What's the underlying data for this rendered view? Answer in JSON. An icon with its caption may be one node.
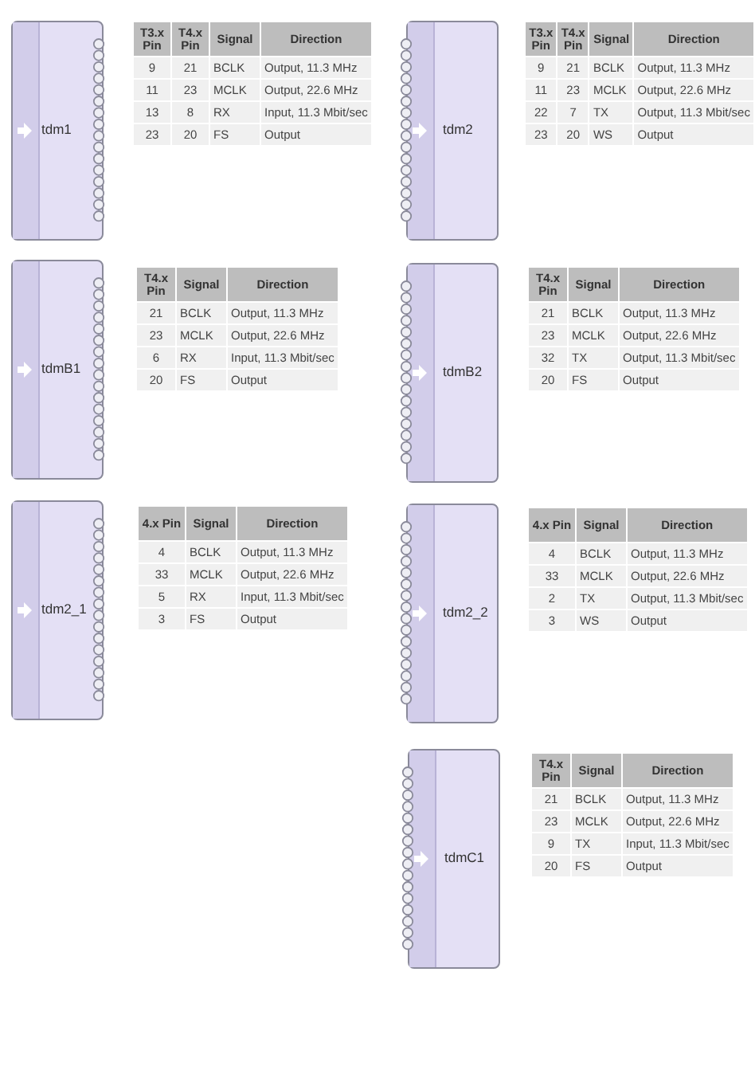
{
  "diagram": {
    "nodes": [
      {
        "text": [
          "tdm1"
        ]
      },
      {
        "text": [
          "tdm2"
        ]
      },
      {
        "text": [
          "tdmB1"
        ]
      },
      {
        "text": [
          "tdmB2"
        ]
      },
      {
        "text": [
          "tdm2_1"
        ]
      },
      {
        "text": [
          "tdm2_2"
        ]
      },
      {
        "text": [
          "tdmC1"
        ]
      }
    ],
    "edges": [],
    "labels": [
      "T3.x Pin",
      "T4.x Pin",
      "Signal",
      "Direction",
      "9",
      "21",
      "BCLK",
      "Output, 11.3 MHz",
      "11",
      "23",
      "MCLK",
      "Output, 22.6 MHz",
      "13",
      "8",
      "RX",
      "Input, 11.3 Mbit/sec",
      "23",
      "20",
      "FS",
      "Output",
      "T3.x Pin",
      "T4.x Pin",
      "Signal",
      "Direction",
      "9",
      "21",
      "BCLK",
      "Output, 11.3 MHz",
      "11",
      "23",
      "MCLK",
      "Output, 22.6 MHz",
      "22",
      "7",
      "TX",
      "Output, 11.3 Mbit/sec",
      "23",
      "20",
      "WS",
      "Output",
      "T4.x Pin",
      "Signal",
      "Direction",
      "21",
      "BCLK",
      "Output, 11.3 MHz",
      "23",
      "MCLK",
      "Output, 22.6 MHz",
      "6",
      "RX",
      "Input, 11.3 Mbit/sec",
      "20",
      "FS",
      "Output",
      "T4.x Pin",
      "Signal",
      "Direction",
      "21",
      "BCLK",
      "Output, 11.3 MHz",
      "23",
      "MCLK",
      "Output, 22.6 MHz",
      "32",
      "TX",
      "Output, 11.3 Mbit/sec",
      "20",
      "FS",
      "Output",
      "4.x Pin",
      "Signal",
      "Direction",
      "4",
      "BCLK",
      "Output, 11.3 MHz",
      "33",
      "MCLK",
      "Output, 22.6 MHz",
      "5",
      "RX",
      "Input, 11.3 Mbit/sec",
      "3",
      "FS",
      "Output",
      "4.x Pin",
      "Signal",
      "Direction",
      "4",
      "BCLK",
      "Output, 11.3 MHz",
      "33",
      "MCLK",
      "Output, 22.6 MHz",
      "2",
      "TX",
      "Output, 11.3 Mbit/sec",
      "3",
      "WS",
      "Output",
      "T4.x Pin",
      "Signal",
      "Direction",
      "21",
      "BCLK",
      "Output, 11.3 MHz",
      "23",
      "MCLK",
      "Output, 22.6 MHz",
      "9",
      "TX",
      "Input, 11.3 Mbit/sec",
      "20",
      "FS",
      "Output"
    ]
  }
}
